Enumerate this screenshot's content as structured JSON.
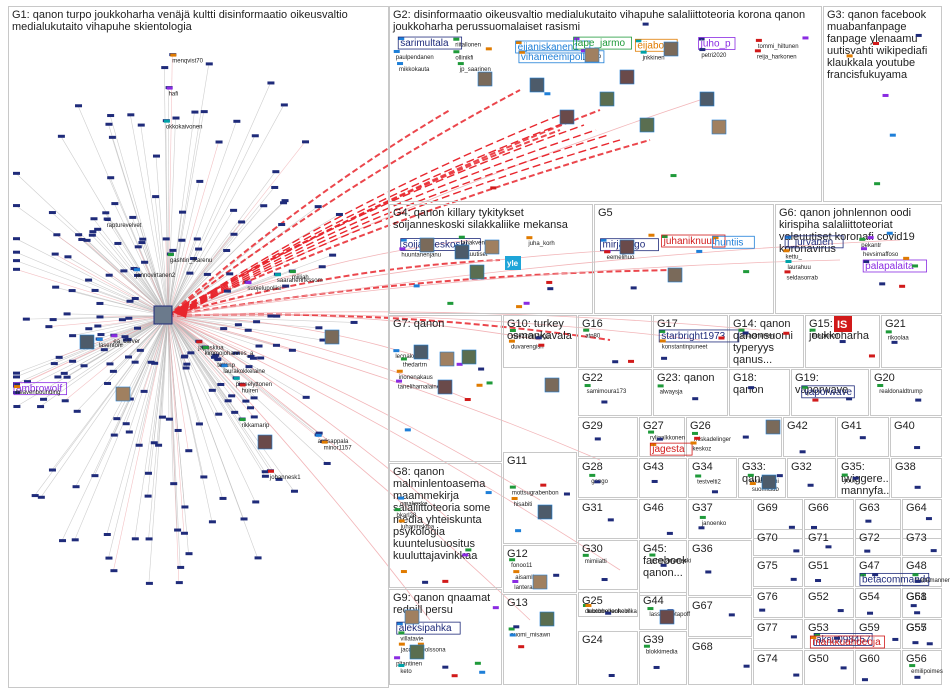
{
  "colors": {
    "border": "#c8c8c8",
    "edge_gray": "#b9b9b9",
    "edge_red": "#e8262d",
    "edge_pink": "#f0a8ac",
    "node_navy": "#1f2b7a",
    "label_blue": "#1e7fd8",
    "label_red": "#d11a1a",
    "label_green": "#1f9a3a"
  },
  "groups": [
    {
      "id": "G1",
      "title": "G1: qanon turpo joukkoharha venäjä kultti disinformaatio oikeusvaltio medialukutaito vihapuhe skientologia"
    },
    {
      "id": "G2",
      "title": "G2: disinformaatio oikeusvaltio medialukutaito vihapuhe salaliittoteoria korona qanon joukkoharha perussuomalaiset rasismi"
    },
    {
      "id": "G3",
      "title": "G3: qanon facebook muabanfanpage fanpage ylenaamu uutisvahti wikipediafi klaukkala youtube francisfukuyama"
    },
    {
      "id": "G4",
      "title": "G4: qanon killary tykitykset soijanneskoski silakkaliike mekansa"
    },
    {
      "id": "G5",
      "title": "G5"
    },
    {
      "id": "G6",
      "title": "G6: qanon johnlennon oodi kirispiha salaliittoteoriat valeuutiset koronafi covid19 koronavirus"
    },
    {
      "id": "G7",
      "title": "G7: qanon"
    },
    {
      "id": "G10",
      "title": "G10: turkey osmankavala"
    },
    {
      "id": "G16",
      "title": "G16"
    },
    {
      "id": "G17",
      "title": "G17"
    },
    {
      "id": "G14",
      "title": "G14: qanon qanonsuomi typeryys qanus..."
    },
    {
      "id": "G15",
      "title": "G15: joukkoharha"
    },
    {
      "id": "G21",
      "title": "G21"
    },
    {
      "id": "G22",
      "title": "G22"
    },
    {
      "id": "G23",
      "title": "G23: qanon"
    },
    {
      "id": "G18",
      "title": "G18: qanon"
    },
    {
      "id": "G19",
      "title": "G19: vaporwave"
    },
    {
      "id": "G20",
      "title": "G20"
    },
    {
      "id": "G29",
      "title": "G29"
    },
    {
      "id": "G27",
      "title": "G27"
    },
    {
      "id": "G26",
      "title": "G26"
    },
    {
      "id": "G42",
      "title": "G42"
    },
    {
      "id": "G41",
      "title": "G41"
    },
    {
      "id": "G40",
      "title": "G40"
    },
    {
      "id": "G8",
      "title": "G8: qanon malminlentoasema maammekirja salaliittoteoria some media yhteiskunta psykologia kuuntelusuositus kuuluttajavinkkaa"
    },
    {
      "id": "G11",
      "title": "G11"
    },
    {
      "id": "G28",
      "title": "G28"
    },
    {
      "id": "G43",
      "title": "G43"
    },
    {
      "id": "G34",
      "title": "G34"
    },
    {
      "id": "G33",
      "title": "G33: qanon"
    },
    {
      "id": "G32",
      "title": "G32"
    },
    {
      "id": "G35",
      "title": "G35: twiggere... mannyfa..."
    },
    {
      "id": "G38",
      "title": "G38"
    },
    {
      "id": "G31",
      "title": "G31"
    },
    {
      "id": "G46",
      "title": "G46"
    },
    {
      "id": "G37",
      "title": "G37"
    },
    {
      "id": "G69",
      "title": "G69"
    },
    {
      "id": "G66",
      "title": "G66"
    },
    {
      "id": "G63",
      "title": "G63"
    },
    {
      "id": "G64",
      "title": "G64"
    },
    {
      "id": "G65",
      "title": "G65"
    },
    {
      "id": "G12",
      "title": "G12"
    },
    {
      "id": "G70",
      "title": "G70"
    },
    {
      "id": "G71",
      "title": "G71"
    },
    {
      "id": "G72",
      "title": "G72"
    },
    {
      "id": "G73",
      "title": "G73"
    },
    {
      "id": "G62",
      "title": "G62"
    },
    {
      "id": "G30",
      "title": "G30"
    },
    {
      "id": "G45",
      "title": "G45: facebook qanon..."
    },
    {
      "id": "G36",
      "title": "G36"
    },
    {
      "id": "G75",
      "title": "G75"
    },
    {
      "id": "G51",
      "title": "G51"
    },
    {
      "id": "G47",
      "title": "G47"
    },
    {
      "id": "G48",
      "title": "G48"
    },
    {
      "id": "G49",
      "title": "G49"
    },
    {
      "id": "G9",
      "title": "G9: qanon qnaamat redpill persu"
    },
    {
      "id": "G25",
      "title": "G25"
    },
    {
      "id": "G44",
      "title": "G44"
    },
    {
      "id": "G76",
      "title": "G76"
    },
    {
      "id": "G52",
      "title": "G52"
    },
    {
      "id": "G54",
      "title": "G54"
    },
    {
      "id": "G61",
      "title": "G61"
    },
    {
      "id": "G58",
      "title": "G58"
    },
    {
      "id": "G13",
      "title": "G13"
    },
    {
      "id": "G67",
      "title": "G67"
    },
    {
      "id": "G77",
      "title": "G77"
    },
    {
      "id": "G53",
      "title": "G53"
    },
    {
      "id": "G59",
      "title": "G59"
    },
    {
      "id": "G55",
      "title": "G55"
    },
    {
      "id": "G57",
      "title": "G57"
    },
    {
      "id": "G24",
      "title": "G24"
    },
    {
      "id": "G39",
      "title": "G39"
    },
    {
      "id": "G68",
      "title": "G68"
    },
    {
      "id": "G74",
      "title": "G74"
    },
    {
      "id": "G50",
      "title": "G50"
    },
    {
      "id": "G60",
      "title": "G60"
    },
    {
      "id": "G56",
      "title": "G56"
    }
  ],
  "node_labels": {
    "G1": [
      "antisappala",
      "rikkamarip",
      "minor1157",
      "suojelupoliisi",
      "okkokaivonen",
      "ambrowolf",
      "japoskiua",
      "jannovirtanen2",
      "kimmojohannes_a",
      "heavenbounding",
      "hafi",
      "saarahenrikssom",
      "tellanp",
      "johannesk1",
      "laurakokkelaine",
      "miiljah",
      "menqvist70",
      "ea_carver",
      "pirreelyttonen",
      "rapturevelvet",
      "huiren",
      "lasentoni",
      "gashtin_ikarenu"
    ],
    "G2": [
      "sarimultala",
      "riitallonen",
      "eijaniskanen1",
      "lape_jarmo",
      "eijabou",
      "juho_p",
      "tommi_hiltunen",
      "paulpendanen",
      "ollinikfi",
      "vihameemipolli1",
      "_ooioo",
      "jnkkinen",
      "petri2020",
      "reija_harkonen",
      "mikkokauta",
      "jp_saarinen"
    ],
    "G4": [
      "soijanneskoski",
      "janakvenland",
      "juha_korh",
      "huuntanenjanu",
      "ylauutiset"
    ],
    "G5": [
      "mirjalingo",
      "juhaniknuut",
      "huntiis",
      "eemelihuo"
    ],
    "G6": [
      "j_jurvanen",
      "pekantr",
      "kettu_",
      "hevsimaffoso",
      "laurahuu",
      "palapalaita",
      "seldasorrab"
    ],
    "G7": [
      "lecnakos",
      "thedartrn",
      "inonenakaus",
      "tanelihamalaine"
    ],
    "G10": [
      "nevzinrmangu",
      "duvarengish"
    ],
    "G16": [
      "atn80"
    ],
    "G17": [
      "starbright1973",
      "konstantinpuneet"
    ],
    "G14": [
      "vmasimiinen"
    ],
    "G15": [
      "lilssonmat"
    ],
    "G21": [
      "rikoolaa"
    ],
    "G22": [
      "samimoura173"
    ],
    "G23": [
      "alwaysja"
    ],
    "G19": [
      "vaporwave"
    ],
    "G20": [
      "realdonaldtrump"
    ],
    "G27": [
      "ryljaalkkonen",
      "jagesta"
    ],
    "G26": [
      "miskadelinger",
      "keskoz"
    ],
    "G8": [
      "omakoske",
      "bkarl28",
      "juhaninskipa"
    ],
    "G11": [
      "mottsugrabenbon",
      "hisabiti"
    ],
    "G28": [
      "gongo"
    ],
    "G34": [
      "testvelti2"
    ],
    "G33": [
      "jakarakemi",
      "suomiclub"
    ],
    "G35": [
      "youh"
    ],
    "G37": [
      "janoenko"
    ],
    "G12": [
      "fonoo11",
      "aisamli",
      "lanterakata"
    ],
    "G30": [
      "mimiiatti"
    ],
    "G45": [
      "jehovanymeski"
    ],
    "G47": [
      "betacommando"
    ],
    "G48": [
      "mattamanner"
    ],
    "G9": [
      "aleksipahka",
      "villatavie",
      "jacquesbolssona",
      "pltantinen",
      "keto"
    ],
    "G13": [
      "suomi_misawn"
    ],
    "G25": [
      "debobbelloohelmi",
      "tuotorronenkeoilka"
    ],
    "G44": [
      "lassmupotapoff"
    ],
    "G53": [
      "aksu098457",
      "markkuahdeoja"
    ],
    "G39": [
      "blokkimedia"
    ],
    "G56": [
      "emilipoimes"
    ]
  },
  "image_badges": [
    "IS",
    "yle"
  ]
}
